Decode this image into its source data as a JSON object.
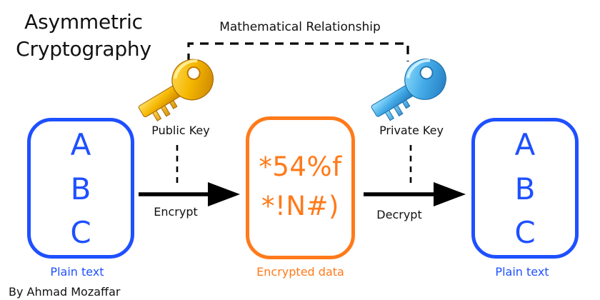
{
  "title": {
    "line1": "Asymmetric",
    "line2": "Cryptography"
  },
  "relationship_label": "Mathematical Relationship",
  "keys": {
    "public": {
      "label": "Public Key",
      "color": "#f3b700",
      "icon": "key-icon"
    },
    "private": {
      "label": "Private Key",
      "color": "#4db2e7",
      "icon": "key-icon"
    }
  },
  "actions": {
    "encrypt": "Encrypt",
    "decrypt": "Decrypt"
  },
  "plaintext_left": {
    "letters": [
      "A",
      "B",
      "C"
    ],
    "caption": "Plain text",
    "color": "#1e50ff"
  },
  "encrypted": {
    "lines": [
      "*54%f",
      "*!N#)"
    ],
    "caption": "Encrypted data",
    "color": "#ff7a1a"
  },
  "plaintext_right": {
    "letters": [
      "A",
      "B",
      "C"
    ],
    "caption": "Plain text",
    "color": "#1e50ff"
  },
  "author": "By Ahmad Mozaffar"
}
